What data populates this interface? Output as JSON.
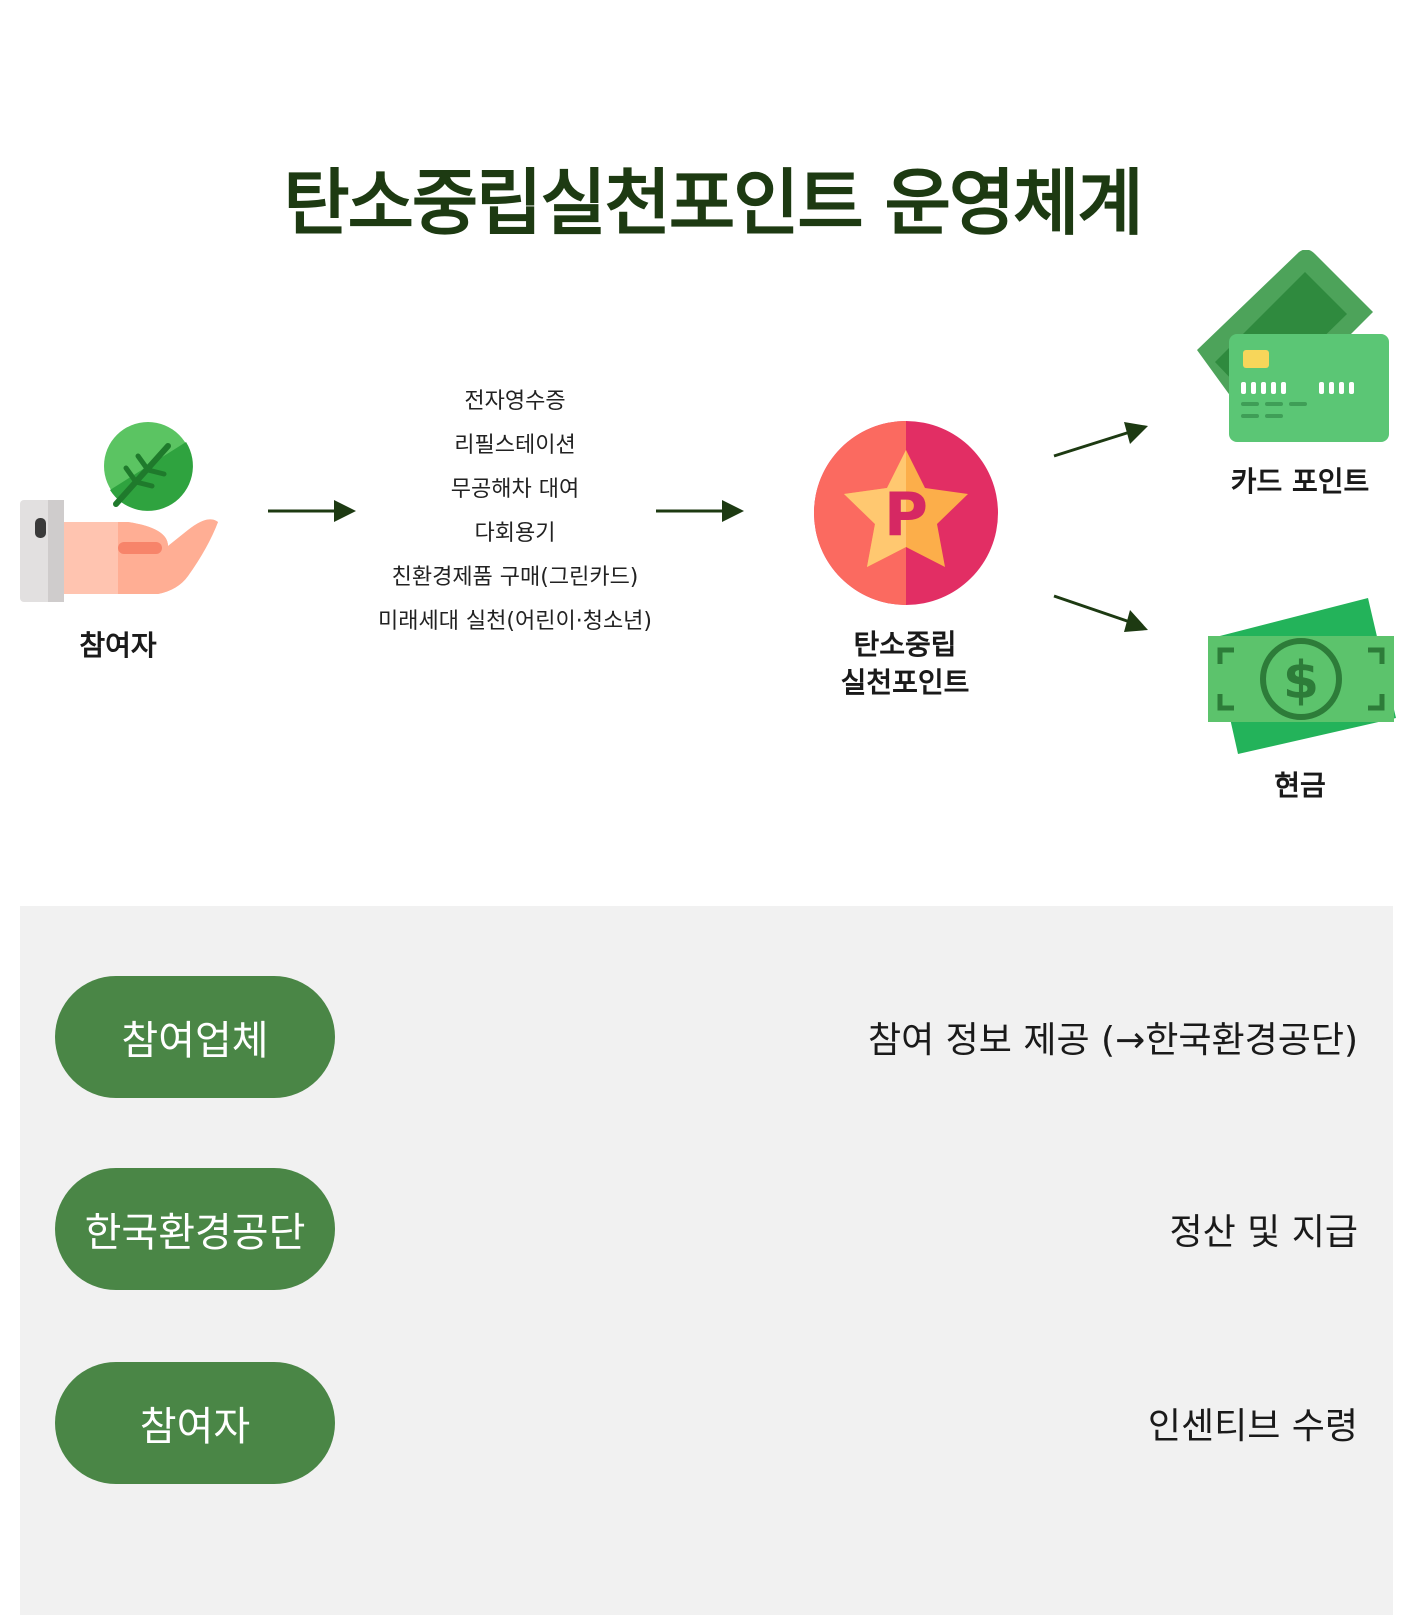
{
  "title": "탄소중립실천포인트 운영체계",
  "flow": {
    "participant_label": "참여자",
    "actions": [
      "전자영수증",
      "리필스테이션",
      "무공해차 대여",
      "다회용기",
      "친환경제품 구매(그린카드)",
      "미래세대 실천(어린이·청소년)"
    ],
    "point_label_line1": "탄소중립",
    "point_label_line2": "실천포인트",
    "point_icon_letter": "P",
    "card_label": "카드 포인트",
    "cash_label": "현금"
  },
  "roles": [
    {
      "name": "참여업체",
      "description": "참여 정보 제공 (→한국환경공단)"
    },
    {
      "name": "한국환경공단",
      "description": "정산 및 지급"
    },
    {
      "name": "참여자",
      "description": "인센티브 수령"
    }
  ],
  "icons": {
    "participant": "hand-with-leaf-icon",
    "point": "point-star-badge-icon",
    "card": "credit-card-icon",
    "cash": "cash-bill-icon"
  },
  "colors": {
    "title": "#1d3a12",
    "pill": "#4a8646",
    "panel": "#f1f1f1",
    "arrow": "#1d3a12"
  }
}
